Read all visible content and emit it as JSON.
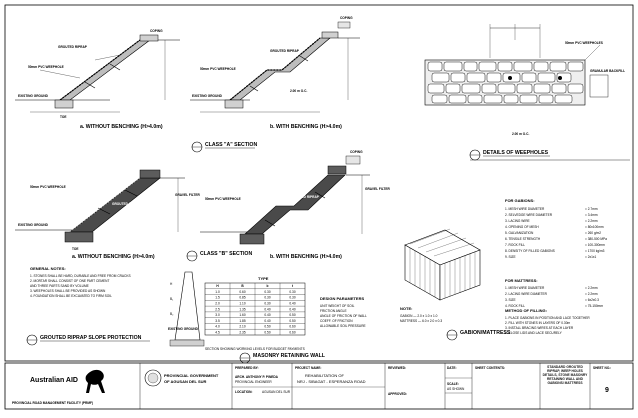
{
  "captions": {
    "without_benching_a": "a. WITHOUT BENCHING (H>4.0m)",
    "with_benching_a": "b. WITH BENCHING (H>4.0m)",
    "without_benching_b": "a. WITHOUT BENCHING (H>4.0m)",
    "with_benching_b": "b. WITH BENCHING (H>4.0m)"
  },
  "section_labels": {
    "class_a": "CLASS \"A\" SECTION",
    "class_b": "CLASS \"B\" SECTION",
    "weepholes": "DETAILS OF WEEPHOLES",
    "grouted": "GROUTED RIPRAP SLOPE PROTECTION",
    "masonry": "MASONRY RETAINING WALL",
    "gabions": "GABION/MATTRESS"
  },
  "callouts": {
    "cap": "COPING",
    "riprap": "GROUTED RIPRAP",
    "weephole": "50mm PVC WEEPHOLE",
    "filter": "GRAVEL FILTER",
    "existing": "EXISTING GROUND",
    "toe": "TOE",
    "spacing": "2.00 m O.C.",
    "pvc": "50mm PVC WEEPHOLES",
    "backfill": "GRANULAR BACKFILL"
  },
  "notes": {
    "general_title": "GENERAL NOTES:",
    "general_lines": [
      "1. STONES SHALL BE HARD, DURABLE AND FREE FROM CRACKS",
      "2. MORTAR SHALL CONSIST OF ONE PART CEMENT",
      "   AND THREE PARTS SAND BY VOLUME",
      "3. WEEPHOLES SHALL BE PROVIDED AS SHOWN",
      "4. FOUNDATION SHALL BE EXCAVATED TO FIRM SOIL"
    ],
    "section_note": "SECTION SHOWING WORKING LEVELS FOR BUDGET PAYMENTS",
    "design_title": "DESIGN PARAMETERS",
    "design_lines": [
      "UNIT WEIGHT OF SOIL",
      "FRICTION ANGLE",
      "ANGLE OF FRICTION OF WALL",
      "COEFF. OF FRICTION",
      "ALLOWABLE SOIL PRESSURE"
    ],
    "note_title": "NOTE:",
    "note_lines": [
      "GABION — 2.0 x 1.0 x 1.0",
      "MATTRESS — 6.0 x 2.0 x 0.3"
    ]
  },
  "table": {
    "title": "TYPE",
    "headers": [
      "H",
      "B",
      "b",
      "t"
    ],
    "rows": [
      [
        "1.0",
        "0.60",
        "0.30",
        "0.30"
      ],
      [
        "1.5",
        "0.85",
        "0.30",
        "0.30"
      ],
      [
        "2.0",
        "1.10",
        "0.30",
        "0.40"
      ],
      [
        "2.5",
        "1.35",
        "0.40",
        "0.40"
      ],
      [
        "3.0",
        "1.60",
        "0.40",
        "0.50"
      ],
      [
        "3.5",
        "1.85",
        "0.40",
        "0.50"
      ],
      [
        "4.0",
        "2.10",
        "0.50",
        "0.60"
      ],
      [
        "4.5",
        "2.35",
        "0.50",
        "0.60"
      ]
    ]
  },
  "gabions": {
    "title": "FOR GABIONS:",
    "items": [
      "1. MESH WIRE DIAMETER",
      "2. SELVEDGE WIRE DIAMETER",
      "3. LACING WIRE",
      "4. OPENING OF MESH",
      "5. GALVANIZATION",
      "6. TENSILE STRENGTH",
      "7. ROCK FILL",
      "8. DENSITY OF FILLED GABIONS",
      "9. SIZE"
    ],
    "values": [
      "2.7mm",
      "3.4mm",
      "2.2mm",
      "80x100mm",
      "260 g/m2",
      "380-500 MPa",
      "100-300mm",
      "1700 kg/m3",
      "2x1x1"
    ],
    "mattress_title": "FOR MATTRESS:",
    "mattress_items": [
      "1. MESH WIRE DIAMETER",
      "2. LACING WIRE DIAMETER",
      "3. SIZE",
      "4. ROCK FILL"
    ],
    "mattress_values": [
      "2.2mm",
      "2.2mm",
      "6x2x0.3",
      "75-150mm"
    ],
    "filling_title": "METHOD OF FILLING:",
    "filling_lines": [
      "1. PLACE GABIONS IN POSITION AND LACE TOGETHER",
      "2. FILL WITH STONES IN LAYERS OF 0.30m",
      "3. INSTALL BRACING WIRES AT EACH LAYER",
      "4. CLOSE LIDS AND LACE SECURELY"
    ]
  },
  "titleblock": {
    "org_name": "Australian AID",
    "facility": "PROVINCIAL ROAD MANAGEMENT FACILITY (PRMF)",
    "province_line1": "PROVINCIAL GOVERNMENT",
    "province_line2": "OF AGUSAN DEL SUR",
    "prepared_label": "PREPARED BY:",
    "prepared_by": "ARCH. ANTHONY P. PINEDA",
    "prepared_role": "PROVINCIAL ENGINEER",
    "project_label": "PROJECT NAME:",
    "project_name_1": "REHABILITATION OF",
    "project_name_2": "NRJ - SIBAGAT - ESPERANZA ROAD",
    "location_label": "LOCATION:",
    "location": "AGUSAN DEL SUR",
    "sheet_contents_label": "SHEET CONTENTS:",
    "sheet_contents": "STANDARD GROUTED RIPRAP, WEEP HOLES DETAILS, STONE MASONRY RETAINING WALL AND GABIONS/ MATTRESS",
    "sheet_label": "SHEET NO.:",
    "sheet_no": "9",
    "reviewed_label": "REVIEWED:",
    "approved_label": "APPROVED:",
    "date_label": "DATE:",
    "scale_label": "SCALE:",
    "scale": "AS SHOWN"
  }
}
